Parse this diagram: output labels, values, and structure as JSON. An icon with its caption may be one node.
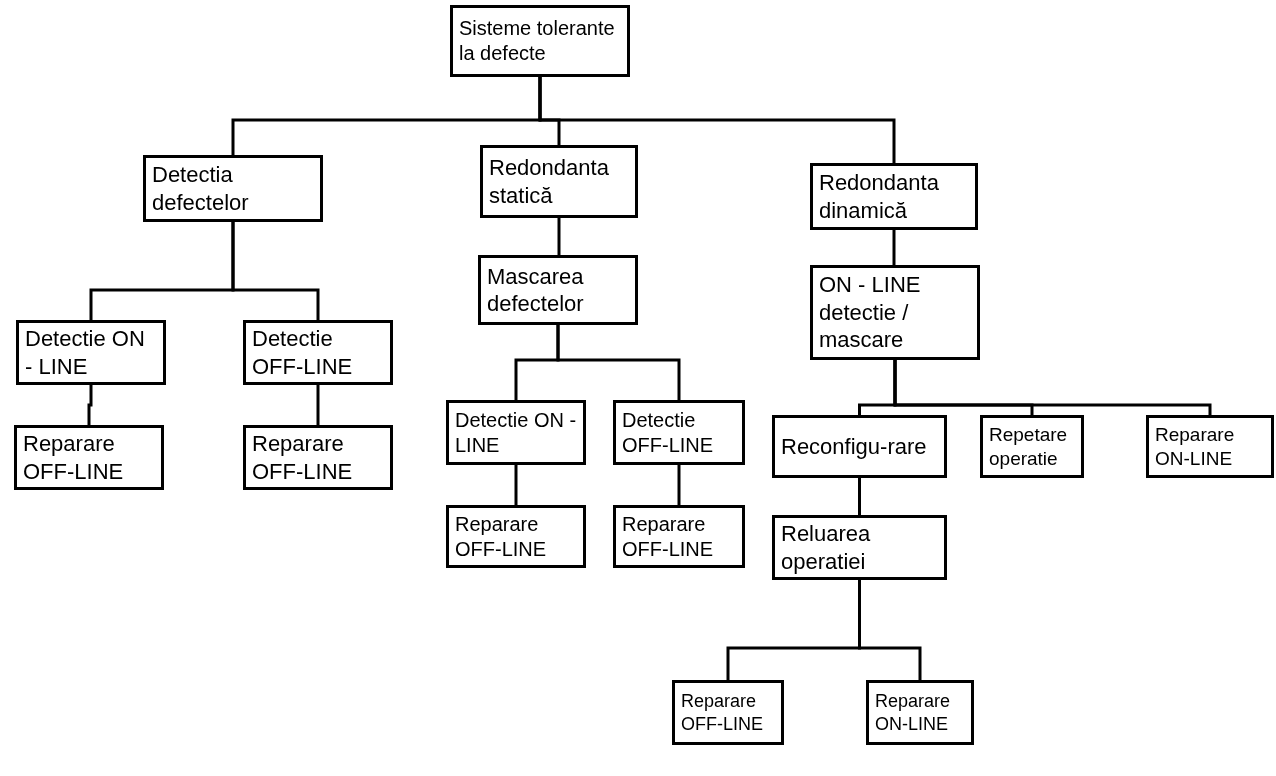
{
  "diagram": {
    "nodes": [
      {
        "text": [
          "Sisteme tolerante la defecte"
        ]
      },
      {
        "text": [
          "Detectia defectelor"
        ]
      },
      {
        "text": [
          "Redondanta statică"
        ]
      },
      {
        "text": [
          "Redondanta dinamică"
        ]
      },
      {
        "text": [
          "Detectie ON - LINE"
        ]
      },
      {
        "text": [
          "Detectie OFF-LINE"
        ]
      },
      {
        "text": [
          "Reparare OFF-LINE"
        ]
      },
      {
        "text": [
          "Reparare OFF-LINE"
        ]
      },
      {
        "text": [
          "Mascarea defectelor"
        ]
      },
      {
        "text": [
          "Detectie ON - LINE"
        ]
      },
      {
        "text": [
          "Detectie OFF-LINE"
        ]
      },
      {
        "text": [
          "Reparare OFF-LINE"
        ]
      },
      {
        "text": [
          "Reparare OFF-LINE"
        ]
      },
      {
        "text": [
          "ON - LINE detectie / mascare"
        ]
      },
      {
        "text": [
          "Reconfigu-rare"
        ]
      },
      {
        "text": [
          "Repetare operatie"
        ]
      },
      {
        "text": [
          "Reparare ON-LINE"
        ]
      },
      {
        "text": [
          "Reluarea operatiei"
        ]
      },
      {
        "text": [
          "Reparare OFF-LINE"
        ]
      },
      {
        "text": [
          "Reparare ON-LINE"
        ]
      }
    ],
    "edges": [
      {
        "from": 0,
        "to": 1,
        "arrow": "none"
      },
      {
        "from": 0,
        "to": 2,
        "arrow": "none"
      },
      {
        "from": 0,
        "to": 3,
        "arrow": "none"
      },
      {
        "from": 1,
        "to": 4,
        "arrow": "none"
      },
      {
        "from": 1,
        "to": 5,
        "arrow": "none"
      },
      {
        "from": 4,
        "to": 6,
        "arrow": "none"
      },
      {
        "from": 5,
        "to": 7,
        "arrow": "none"
      },
      {
        "from": 2,
        "to": 8,
        "arrow": "none"
      },
      {
        "from": 8,
        "to": 9,
        "arrow": "none"
      },
      {
        "from": 8,
        "to": 10,
        "arrow": "none"
      },
      {
        "from": 9,
        "to": 11,
        "arrow": "none"
      },
      {
        "from": 10,
        "to": 12,
        "arrow": "none"
      },
      {
        "from": 3,
        "to": 13,
        "arrow": "none"
      },
      {
        "from": 13,
        "to": 14,
        "arrow": "none"
      },
      {
        "from": 13,
        "to": 15,
        "arrow": "none"
      },
      {
        "from": 13,
        "to": 16,
        "arrow": "none"
      },
      {
        "from": 14,
        "to": 17,
        "arrow": "none"
      },
      {
        "from": 17,
        "to": 18,
        "arrow": "none"
      },
      {
        "from": 17,
        "to": 19,
        "arrow": "none"
      }
    ]
  }
}
